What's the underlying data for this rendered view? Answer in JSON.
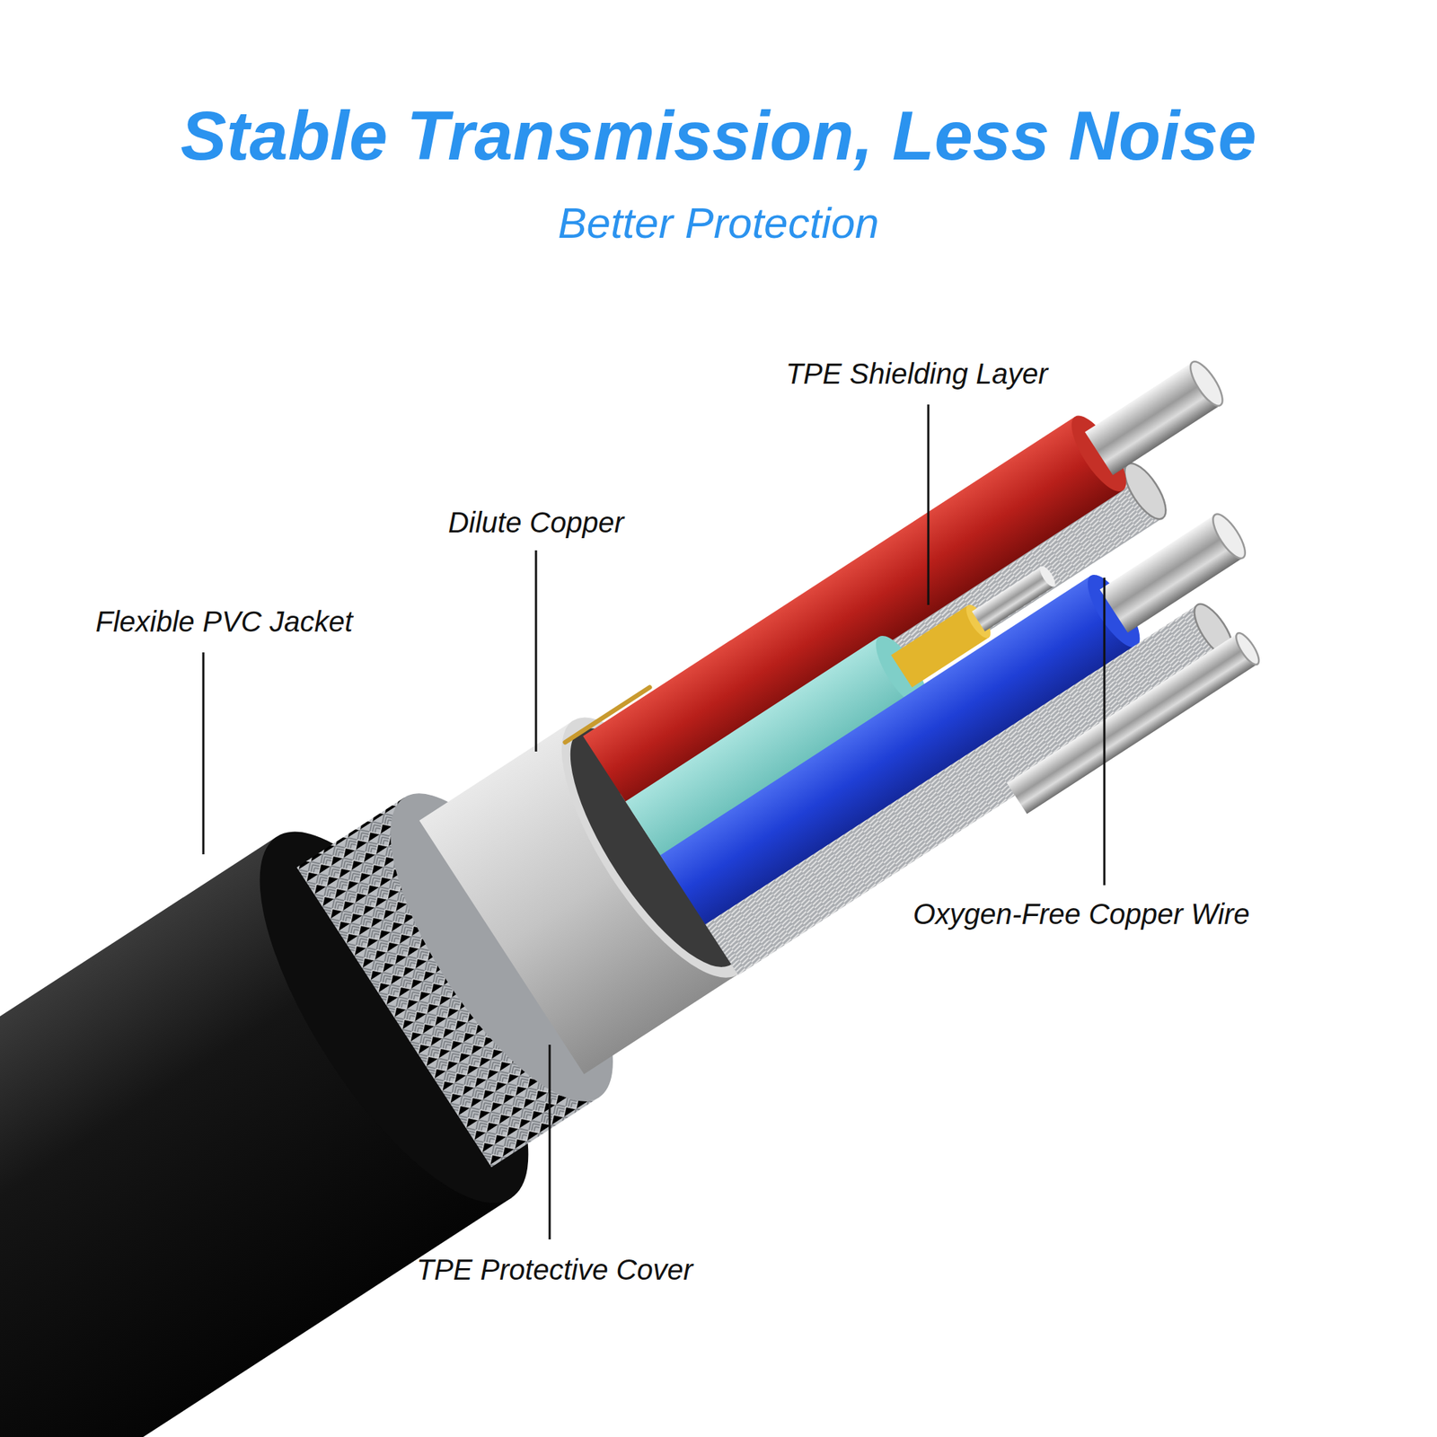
{
  "diagram": {
    "title": "Stable Transmission, Less Noise",
    "labels": [
      "Better Protection",
      "TPE Shielding Layer",
      "Dilute Copper",
      "Flexible PVC Jacket",
      "Oxygen-Free Copper Wire",
      "TPE Protective Cover"
    ]
  }
}
